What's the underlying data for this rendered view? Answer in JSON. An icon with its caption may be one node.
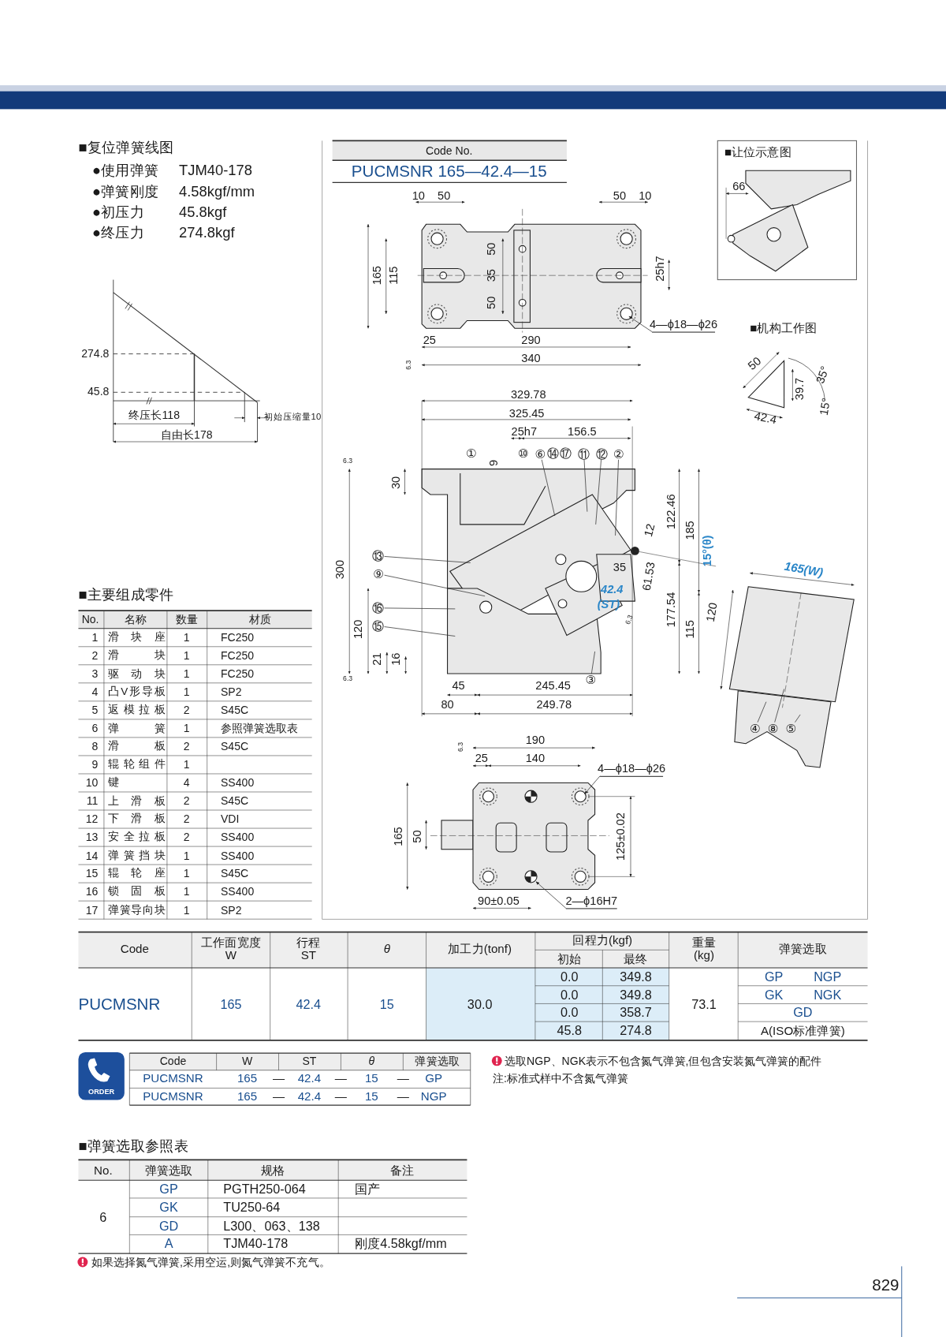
{
  "diagram": {
    "nodes": [
      {
        "text": [
          "⑥"
        ]
      },
      {
        "text": [
          "⑪"
        ]
      },
      {
        "text": [
          "⑫"
        ]
      },
      {
        "text": [
          "②"
        ]
      },
      {
        "text": [
          "⑬"
        ]
      },
      {
        "text": [
          "⑨"
        ]
      },
      {
        "text": [
          "⑯"
        ]
      },
      {
        "text": [
          "⑮"
        ]
      },
      {
        "text": [
          "③"
        ]
      },
      {
        "text": [
          "④"
        ]
      },
      {
        "text": [
          "⑧"
        ]
      },
      {
        "text": [
          "⑤"
        ]
      },
      {
        "text": [
          "4—ϕ18—ϕ26"
        ]
      },
      {
        "text": [
          "4—ϕ18—ϕ26"
        ]
      },
      {
        "text": [
          "2—ϕ16H7"
        ]
      },
      {
        "text": [],
        "shape": "picture"
      },
      {
        "text": [],
        "shape": "picture"
      },
      {
        "text": [],
        "shape": "picture"
      },
      {
        "text": [],
        "shape": "picture"
      }
    ],
    "edges": [
      {
        "from": 0,
        "to": 15,
        "arrow": "none"
      },
      {
        "from": 1,
        "to": 15,
        "arrow": "none"
      },
      {
        "from": 2,
        "to": 15,
        "arrow": "none"
      },
      {
        "from": 3,
        "to": 15,
        "arrow": "none"
      },
      {
        "from": 4,
        "to": 15,
        "arrow": "none"
      },
      {
        "from": 5,
        "to": 15,
        "arrow": "none"
      },
      {
        "from": 6,
        "to": 15,
        "arrow": "none"
      },
      {
        "from": 7,
        "to": 15,
        "arrow": "none"
      },
      {
        "from": 8,
        "to": 15,
        "arrow": "none"
      },
      {
        "from": 9,
        "to": 16,
        "arrow": "none"
      },
      {
        "from": 10,
        "to": 16,
        "arrow": "none"
      },
      {
        "from": 11,
        "to": 16,
        "arrow": "none"
      },
      {
        "from": 12,
        "to": 17,
        "arrow": "to"
      },
      {
        "from": 13,
        "to": 18,
        "arrow": "to"
      },
      {
        "from": 14,
        "to": 18,
        "arrow": "to"
      }
    ],
    "labels": [
      "■复位弹簧线图",
      "●使用弹簧",
      "TJM40-178",
      "●弹簧刚度",
      "4.58kgf/mm",
      "●初压力",
      "45.8kgf",
      "●终压力",
      "274.8kgf",
      "274.8",
      "45.8",
      "终压长118",
      "初始压缩量10",
      "自由长178",
      "Code No.",
      "PUCMSNR 165—42.4—15",
      "10",
      "50",
      "50",
      "10",
      "165",
      "115",
      "50",
      "35",
      "50",
      "25h7",
      "25",
      "290",
      "340",
      "6.3",
      "■让位示意图",
      "66",
      "■机构工作图",
      "50",
      "39.7",
      "35°",
      "15°",
      "42.4",
      "329.78",
      "325.45",
      "25h7",
      "156.5",
      "①",
      "⑩",
      "⑭",
      "⑰",
      "9",
      "30",
      "6.3",
      "300",
      "122.46",
      "185",
      "15°(θ)",
      "12",
      "35",
      "61.53",
      "42.4",
      "(ST)",
      "177.54",
      "120",
      "6.3",
      "120",
      "115",
      "21",
      "16",
      "6.3",
      "45",
      "245.45",
      "80",
      "249.78",
      "165(W)",
      "6.3",
      "190",
      "25",
      "140",
      "165",
      "50",
      "125±0.02",
      "90±0.05",
      "■主要组成零件",
      "No.",
      "名称",
      "数量",
      "材质",
      "1",
      "滑块座",
      "1",
      "FC250",
      "2",
      "滑块",
      "1",
      "FC250",
      "3",
      "驱动块",
      "1",
      "FC250",
      "4",
      "凸V形导板",
      "1",
      "SP2",
      "5",
      "返模拉板",
      "2",
      "S45C",
      "6",
      "弹簧",
      "1",
      "参照弹簧选取表",
      "8",
      "滑板",
      "2",
      "S45C",
      "9",
      "辊轮组件",
      "1",
      "10",
      "键",
      "4",
      "SS400",
      "11",
      "上滑板",
      "2",
      "S45C",
      "12",
      "下滑板",
      "2",
      "VDI",
      "13",
      "安全拉板",
      "2",
      "SS400",
      "14",
      "弹簧挡块",
      "1",
      "SS400",
      "15",
      "辊轮座",
      "1",
      "S45C",
      "16",
      "锁固板",
      "1",
      "SS400",
      "17",
      "弹簧导向块",
      "1",
      "SP2",
      "Code",
      "工作面宽度 W",
      "行程 ST",
      "θ",
      "加工力(tonf)",
      "回程力(kgf)",
      "初始",
      "最终",
      "重量 (kg)",
      "弹簧选取",
      "PUCMSNR",
      "165",
      "42.4",
      "15",
      "30.0",
      "0.0",
      "349.8",
      "0.0",
      "349.8",
      "0.0",
      "358.7",
      "45.8",
      "274.8",
      "73.1",
      "GP",
      "NGP",
      "GK",
      "NGK",
      "GD",
      "A(ISO标准弹簧)",
      "ORDER",
      "Code",
      "W",
      "ST",
      "θ",
      "弹簧选取",
      "PUCMSNR",
      "165",
      "—",
      "42.4",
      "—",
      "15",
      "—",
      "GP",
      "PUCMSNR",
      "165",
      "—",
      "42.4",
      "—",
      "15",
      "—",
      "NGP",
      "选取NGP、NGK表示不包含氮气弹簧,但包含安装氮气弹簧的配件",
      "注:标准式样中不含氮气弹簧",
      "■弹簧选取参照表",
      "No.",
      "弹簧选取",
      "规格",
      "备注",
      "6",
      "GP",
      "PGTH250-064",
      "国产",
      "GK",
      "TU250-64",
      "GD",
      "L300、063、138",
      "A",
      "TJM40-178",
      "刚度4.58kgf/mm",
      "如果选择氮气弹簧,采用空运,则氮气弹簧不充气。",
      "829"
    ]
  }
}
